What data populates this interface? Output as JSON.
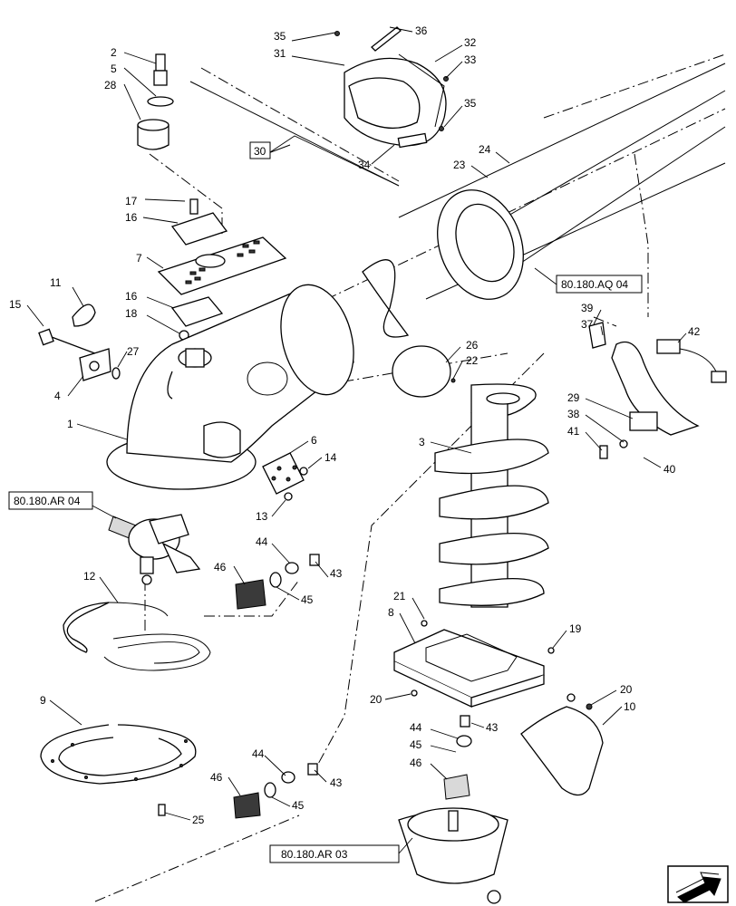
{
  "callouts": {
    "c1": "1",
    "c2": "2",
    "c3": "3",
    "c4": "4",
    "c5": "5",
    "c6": "6",
    "c7": "7",
    "c8": "8",
    "c9": "9",
    "c10": "10",
    "c11": "11",
    "c12": "12",
    "c13": "13",
    "c14": "14",
    "c15": "15",
    "c16a": "16",
    "c16b": "16",
    "c17": "17",
    "c18": "18",
    "c19": "19",
    "c20a": "20",
    "c20b": "20",
    "c21": "21",
    "c22": "22",
    "c23": "23",
    "c24": "24",
    "c25": "25",
    "c26": "26",
    "c27": "27",
    "c28": "28",
    "c29": "29",
    "c30": "30",
    "c31": "31",
    "c32": "32",
    "c33": "33",
    "c34": "34",
    "c35a": "35",
    "c35b": "35",
    "c36": "36",
    "c37": "37",
    "c38": "38",
    "c39": "39",
    "c40": "40",
    "c41": "41",
    "c42": "42",
    "c43a": "43",
    "c43b": "43",
    "c43c": "43",
    "c44a": "44",
    "c44b": "44",
    "c44c": "44",
    "c45a": "45",
    "c45b": "45",
    "c45c": "45",
    "c46a": "46",
    "c46b": "46",
    "c46c": "46"
  },
  "references": {
    "aq04": "80.180.AQ 04",
    "ar04": "80.180.AR 04",
    "ar03": "80.180.AR 03"
  },
  "nav": {
    "icon": "next-page-arrow-icon"
  }
}
